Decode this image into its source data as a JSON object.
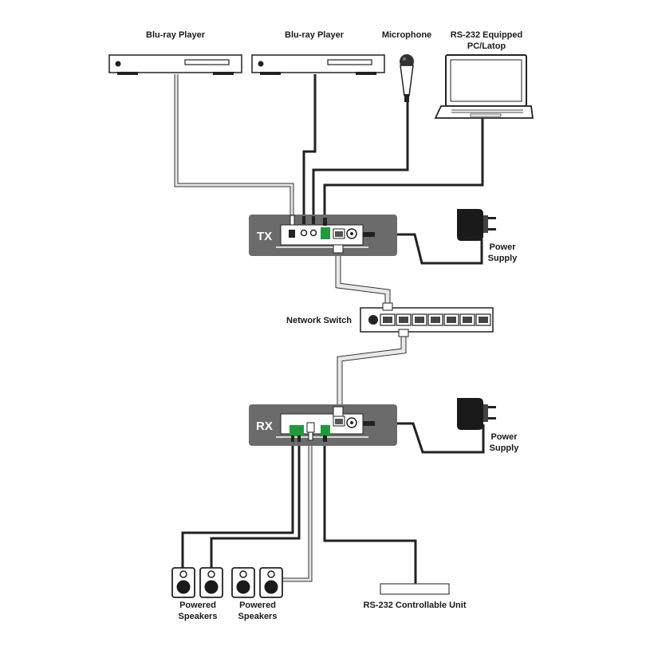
{
  "labels": {
    "bluray_1": "Blu-ray Player",
    "bluray_2": "Blu-ray Player",
    "microphone": "Microphone",
    "pc_line1": "RS-232 Equipped",
    "pc_line2": "PC/Latop",
    "tx": "TX",
    "rx": "RX",
    "power_tx_line1": "Power",
    "power_tx_line2": "Supply",
    "power_rx_line1": "Power",
    "power_rx_line2": "Supply",
    "network_switch": "Network Switch",
    "speakers_1_line1": "Powered",
    "speakers_1_line2": "Speakers",
    "speakers_2_line1": "Powered",
    "speakers_2_line2": "Speakers",
    "rs232_unit": "RS-232 Controllable Unit"
  },
  "colors": {
    "device_gray": "#6b6b6b",
    "cable_dark": "#222222",
    "cable_light": "#d6d6d6",
    "connector_green": "#1f9a3a"
  }
}
